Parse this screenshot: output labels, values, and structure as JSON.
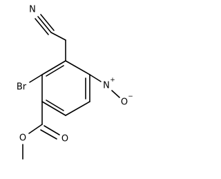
{
  "atoms": {
    "nitrile_n": "N",
    "bromine": "Br",
    "nitro_n": "N",
    "nitro_n_charge": "+",
    "nitro_o": "O",
    "nitro_o_charge": "−",
    "carbonyl_o": "O",
    "ester_o": "O"
  }
}
